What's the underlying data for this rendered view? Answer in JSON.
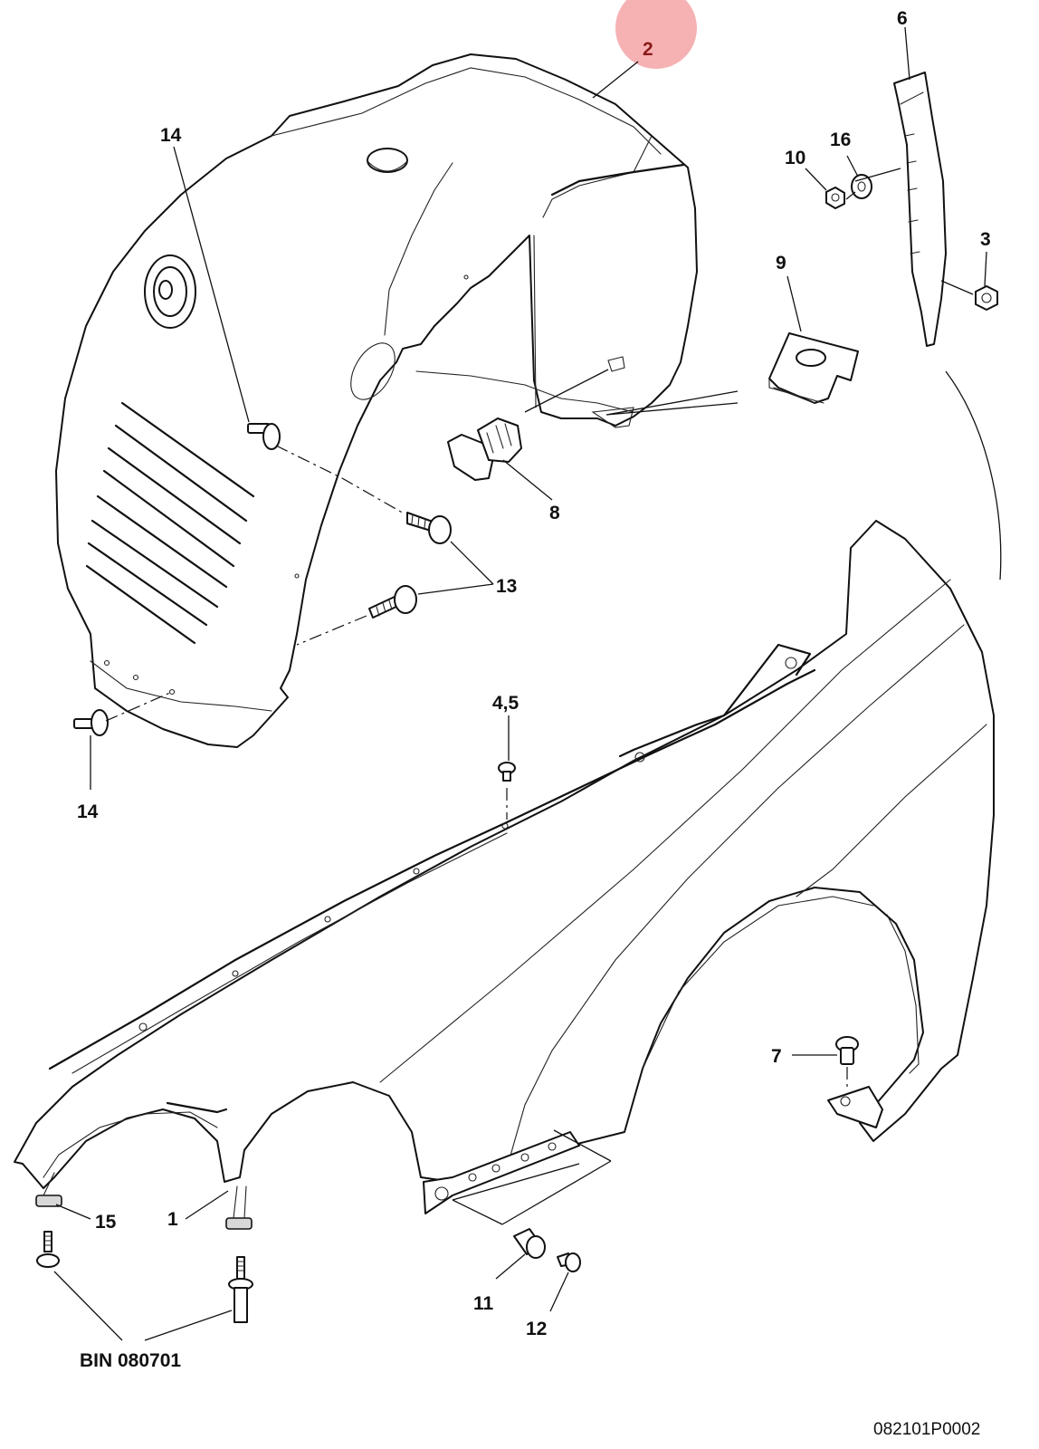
{
  "highlight": {
    "color": "#f4a3a6",
    "label": "2"
  },
  "callouts": [
    {
      "id": "c1",
      "text": "1"
    },
    {
      "id": "c2",
      "text": "2"
    },
    {
      "id": "c3",
      "text": "3"
    },
    {
      "id": "c45",
      "text": "4,5"
    },
    {
      "id": "c6",
      "text": "6"
    },
    {
      "id": "c7",
      "text": "7"
    },
    {
      "id": "c8",
      "text": "8"
    },
    {
      "id": "c9",
      "text": "9"
    },
    {
      "id": "c10",
      "text": "10"
    },
    {
      "id": "c11",
      "text": "11"
    },
    {
      "id": "c12",
      "text": "12"
    },
    {
      "id": "c13",
      "text": "13"
    },
    {
      "id": "c14a",
      "text": "14"
    },
    {
      "id": "c14b",
      "text": "14"
    },
    {
      "id": "c15",
      "text": "15"
    },
    {
      "id": "c16",
      "text": "16"
    }
  ],
  "bin_label": "BIN 080701",
  "drawing_ref": "082101P0002"
}
